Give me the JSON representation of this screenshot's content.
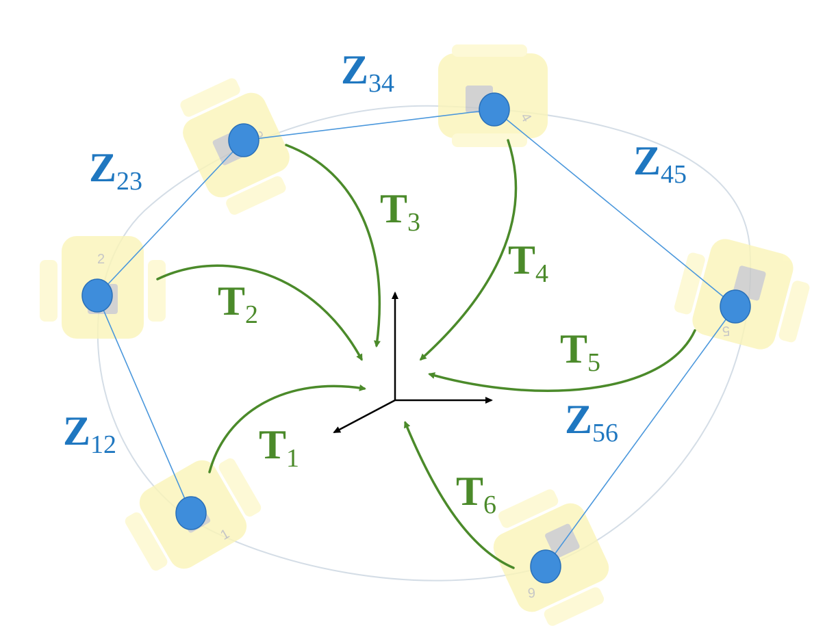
{
  "robots": [
    {
      "label": "1"
    },
    {
      "label": "2"
    },
    {
      "label": "3"
    },
    {
      "label": "4"
    },
    {
      "label": "5"
    },
    {
      "label": "6"
    }
  ],
  "edges": [
    {
      "main": "Z",
      "sub": "12"
    },
    {
      "main": "Z",
      "sub": "23"
    },
    {
      "main": "Z",
      "sub": "34"
    },
    {
      "main": "Z",
      "sub": "45"
    },
    {
      "main": "Z",
      "sub": "56"
    }
  ],
  "transforms": [
    {
      "main": "T",
      "sub": "1"
    },
    {
      "main": "T",
      "sub": "2"
    },
    {
      "main": "T",
      "sub": "3"
    },
    {
      "main": "T",
      "sub": "4"
    },
    {
      "main": "T",
      "sub": "5"
    },
    {
      "main": "T",
      "sub": "6"
    }
  ],
  "colors": {
    "node": "#3e8ddb",
    "edge": "#4a97dc",
    "transform_arrow": "#4b8a2a",
    "robot_body": "#fbf5b8"
  }
}
